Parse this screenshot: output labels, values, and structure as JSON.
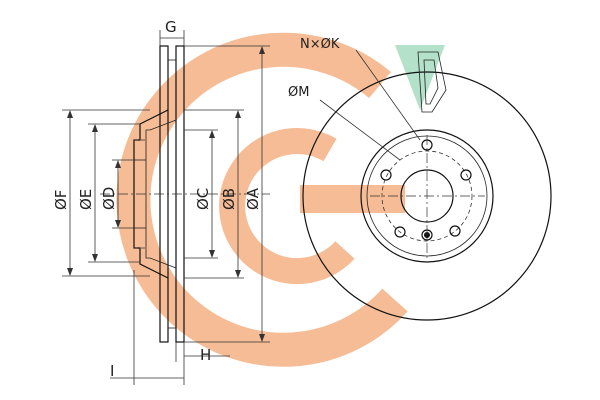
{
  "labels": {
    "A": "ØA",
    "B": "ØB",
    "C": "ØC",
    "D": "ØD",
    "E": "ØE",
    "F": "ØF",
    "G": "G",
    "H": "H",
    "I": "I",
    "K": "N×ØK",
    "M": "ØM"
  },
  "colors": {
    "watermark_orange": "#f4b183",
    "watermark_green": "#a8dcc0",
    "line": "#111111"
  }
}
